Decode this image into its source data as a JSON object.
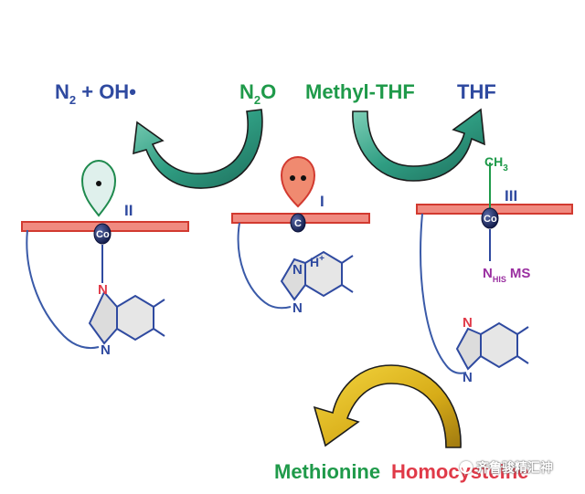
{
  "labels": {
    "n2_oh": "N",
    "n2_oh_sub": "2",
    "n2_oh_rest": " + OH•",
    "n2o_n": "N",
    "n2o_sub": "2",
    "n2o_o": "O",
    "methyl_thf": "Methyl-THF",
    "thf": "THF",
    "methionine": "Methionine",
    "homocysteine": "Homocysteine"
  },
  "states": {
    "roman_ii": "II",
    "roman_i": "I",
    "roman_iii": "III",
    "co": "Co",
    "ch": "CH",
    "ch_sub": "3",
    "n_his": "N",
    "n_his_sub": "HIS",
    "ms": "MS",
    "h_plus": "H",
    "h_plus_sup": "+",
    "n": "N"
  },
  "watermark": {
    "text": "齐鲁骏精汇神"
  },
  "colors": {
    "blue": "#2f4aa0",
    "green": "#1f9a4a",
    "red": "#e03a48",
    "purple": "#9a2fa0",
    "bar": "#f08a80",
    "teal": "#3fb094",
    "gold": "#e0b820"
  }
}
